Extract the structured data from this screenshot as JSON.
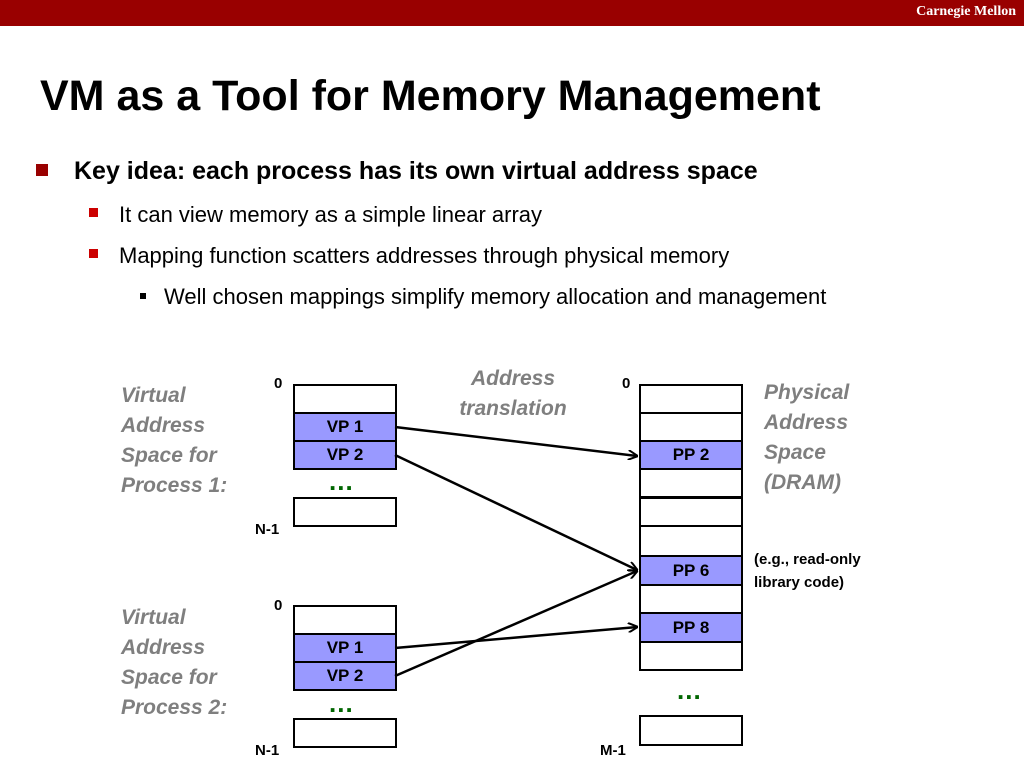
{
  "header": {
    "brand": "Carnegie Mellon",
    "accent_color": "#990000"
  },
  "title": "VM as a Tool for Memory Management",
  "bullets": {
    "key_idea": "Key idea: each process has its own virtual address space",
    "sub1": "It can view memory as a simple linear array",
    "sub2": "Mapping function scatters addresses through physical memory",
    "subsub": "Well chosen mappings simplify memory allocation and management"
  },
  "diagram": {
    "address_translation": "Address\ntranslation",
    "process1": {
      "label": "Virtual\nAddress\nSpace for\nProcess 1:",
      "top": "0",
      "bottom": "N-1",
      "pages": [
        "VP 1",
        "VP 2"
      ],
      "ellipsis": "..."
    },
    "process2": {
      "label": "Virtual\nAddress\nSpace for\nProcess 2:",
      "top": "0",
      "bottom": "N-1",
      "pages": [
        "VP 1",
        "VP 2"
      ],
      "ellipsis": "..."
    },
    "physical": {
      "label": "Physical\nAddress\nSpace\n(DRAM)",
      "top": "0",
      "bottom": "M-1",
      "pages": [
        "PP 2",
        "PP 6",
        "PP 8"
      ],
      "ellipsis": "...",
      "note": "(e.g., read-only\nlibrary code)"
    },
    "mappings": [
      {
        "from": "Process 1 VP 1",
        "to": "PP 2"
      },
      {
        "from": "Process 1 VP 2",
        "to": "PP 6"
      },
      {
        "from": "Process 2 VP 1",
        "to": "PP 8"
      },
      {
        "from": "Process 2 VP 2",
        "to": "PP 6"
      }
    ],
    "colors": {
      "page_fill": "#9999ff",
      "label_text": "#7f7f7f",
      "ellipsis": "#006600"
    }
  }
}
